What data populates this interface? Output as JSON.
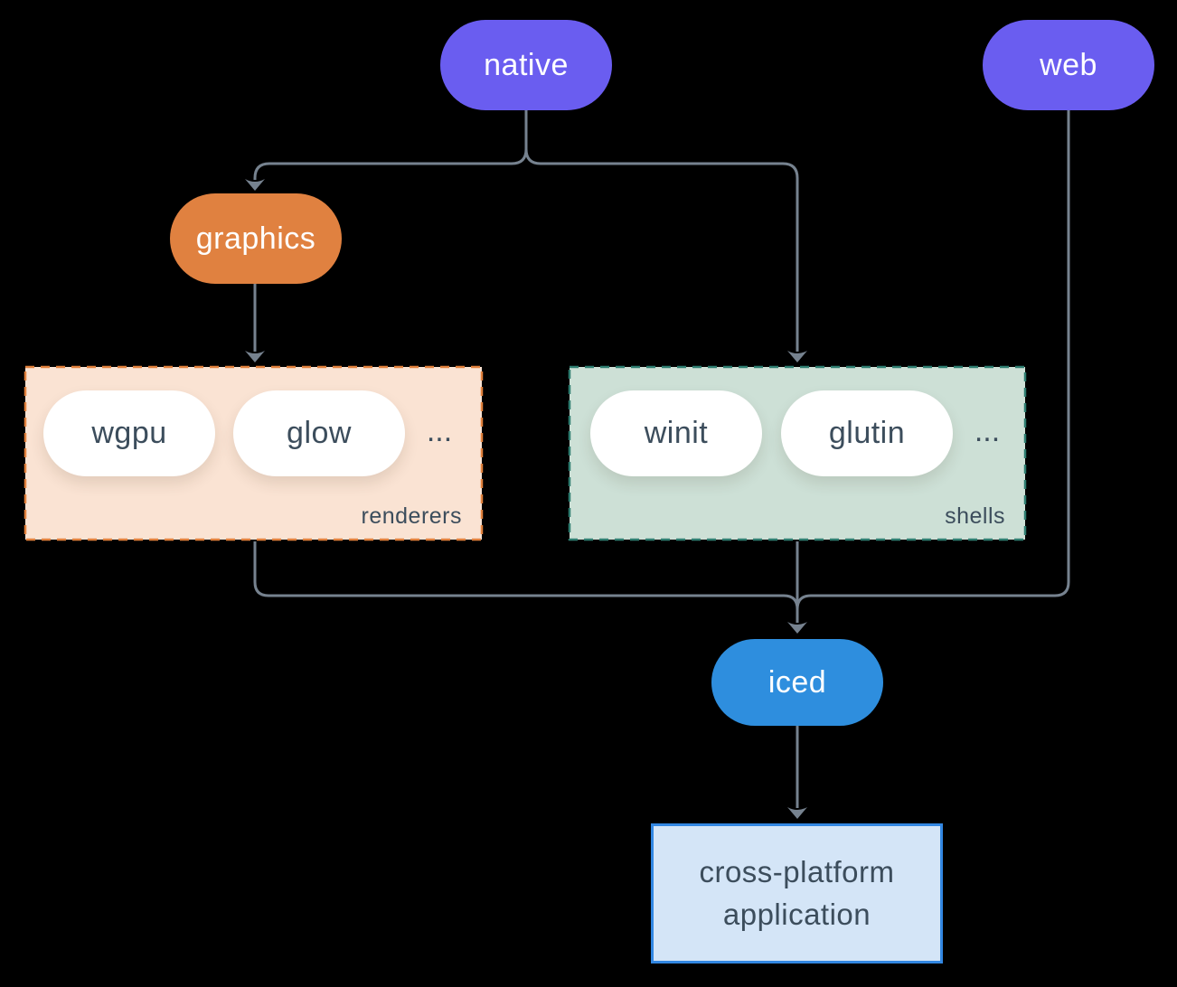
{
  "nodes": {
    "native": "native",
    "web": "web",
    "graphics": "graphics",
    "iced": "iced",
    "application": "cross-platform application"
  },
  "groups": [
    {
      "label": "renderers",
      "items": [
        "wgpu",
        "glow"
      ],
      "more": "..."
    },
    {
      "label": "shells",
      "items": [
        "winit",
        "glutin"
      ],
      "more": "..."
    }
  ],
  "colors": {
    "background": "#000000",
    "platform_node": "#6a5df0",
    "graphics_node": "#e08140",
    "iced_node": "#2e8ede",
    "renderers_fill": "#fae3d3",
    "renderers_border": "#e0803c",
    "shells_fill": "#cde0d6",
    "shells_border": "#2e7d70",
    "application_fill": "#d4e5f7",
    "application_border": "#3287e2",
    "connector": "#76828f",
    "dark_text": "#3c4d5c",
    "pill_text": "#ffffff"
  }
}
